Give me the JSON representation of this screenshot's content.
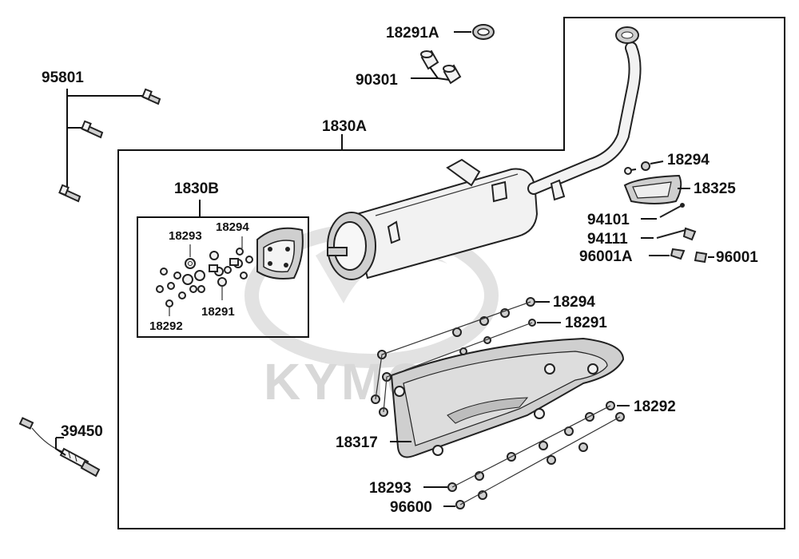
{
  "watermark": {
    "brand": "KYMCO"
  },
  "labels": {
    "p18291A": "18291A",
    "p90301": "90301",
    "p95801": "95801",
    "p1830A": "1830A",
    "p1830B": "1830B",
    "p18293_kit": "18293",
    "p18294_kit": "18294",
    "p18291_kit": "18291",
    "p18292_kit": "18292",
    "p18294_top": "18294",
    "p18325": "18325",
    "p94101": "94101",
    "p94111": "94111",
    "p96001A": "96001A",
    "p96001": "96001",
    "p18294_shield": "18294",
    "p18291_shield": "18291",
    "p18292_shield": "18292",
    "p18317": "18317",
    "p18293_bottom": "18293",
    "p96600": "96600",
    "p39450": "39450"
  }
}
